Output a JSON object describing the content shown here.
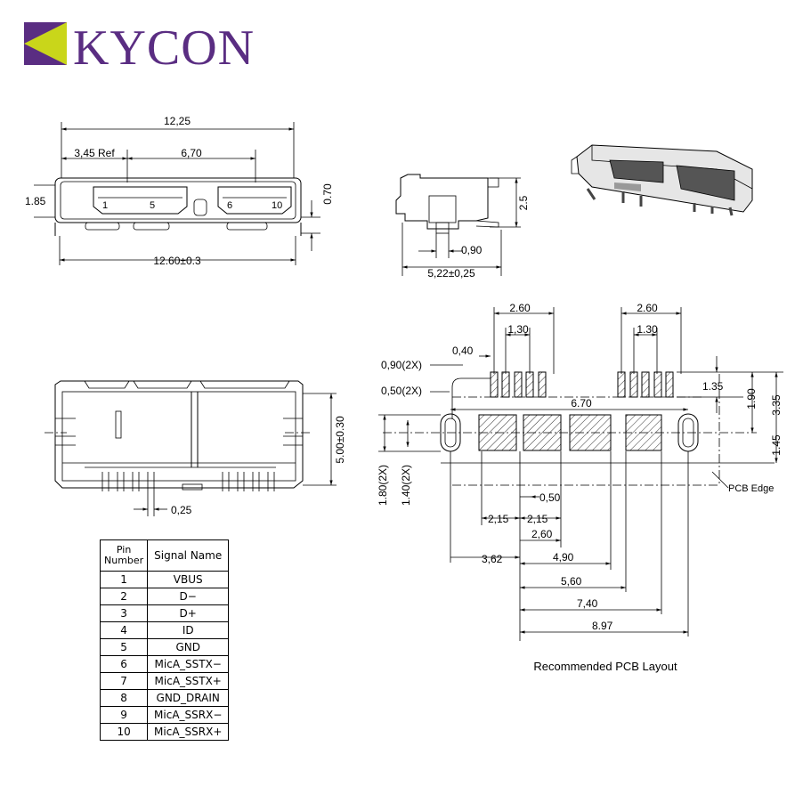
{
  "logo": {
    "name": "KYCON",
    "brand_color": "#5a2d82",
    "accent_color": "#c9d61a"
  },
  "front_view": {
    "dims": [
      "12,25",
      "3,45 Ref",
      "6,70",
      "1.85",
      "0.70",
      "12.60±0.3"
    ],
    "pin_labels": [
      "1",
      "5",
      "6",
      "10"
    ]
  },
  "side_view": {
    "dims": [
      "2.5",
      "0,90",
      "5,22±0,25"
    ]
  },
  "bottom_view": {
    "dims": [
      "5.00±0.30",
      "0,25"
    ]
  },
  "pcb_layout": {
    "title": "Recommended PCB Layout",
    "pcb_edge_label": "PCB Edge",
    "dims": {
      "pitch_left": "2.60",
      "pad_left": "1,30",
      "pitch_right": "2.60",
      "pad_right": "1.30",
      "w040": "0,40",
      "slot_w": "0,90(2X)",
      "slot_l": "0,50(2X)",
      "d135": "1.35",
      "d190": "1.90",
      "d335": "3.35",
      "d670": "6.70",
      "d145": "1.45",
      "d180": "1.80(2X)",
      "d140": "1.40(2X)",
      "d050": "0,50",
      "d215a": "2,15",
      "d215b": "2,15",
      "d260": "2,60",
      "d362": "3,62",
      "d490": "4,90",
      "d560": "5,60",
      "d740": "7,40",
      "d897": "8.97"
    }
  },
  "pin_table": {
    "header_pin": [
      "Pin",
      "Number"
    ],
    "header_signal": "Signal  Name",
    "rows": [
      {
        "pin": "1",
        "signal": "VBUS"
      },
      {
        "pin": "2",
        "signal": "D−"
      },
      {
        "pin": "3",
        "signal": "D+"
      },
      {
        "pin": "4",
        "signal": "ID"
      },
      {
        "pin": "5",
        "signal": "GND"
      },
      {
        "pin": "6",
        "signal": "MicA_SSTX−"
      },
      {
        "pin": "7",
        "signal": "MicA_SSTX+"
      },
      {
        "pin": "8",
        "signal": "GND_DRAIN"
      },
      {
        "pin": "9",
        "signal": "MicA_SSRX−"
      },
      {
        "pin": "10",
        "signal": "MicA_SSRX+"
      }
    ]
  }
}
